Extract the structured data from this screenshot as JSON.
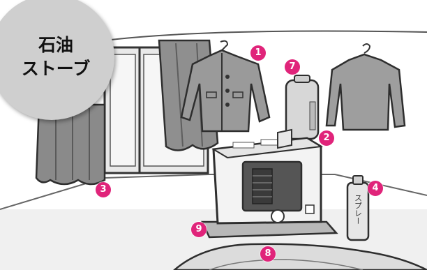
{
  "title": {
    "line1": "石油",
    "line2": "ストーブ"
  },
  "spray_label": "スプレー",
  "markers": {
    "m1": "1",
    "m2": "2",
    "m3": "3",
    "m4": "4",
    "m7": "7",
    "m8": "8",
    "m9": "9"
  },
  "colors": {
    "marker": "#e0247a",
    "title_circle": "#cfcfcf",
    "line_art": "#3a3a3a"
  }
}
